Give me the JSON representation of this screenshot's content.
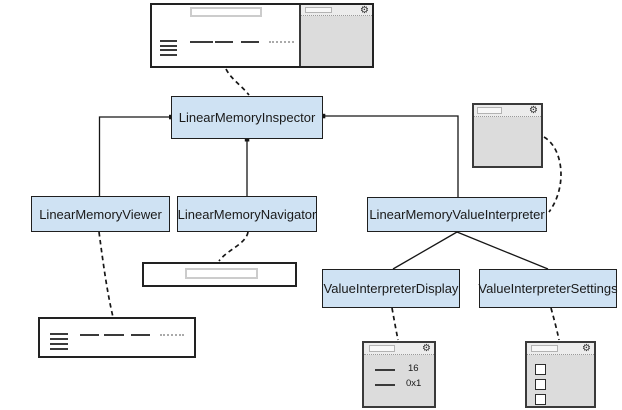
{
  "title": "LinearMemoryInspector component architecture diagram",
  "colors": {
    "node_fill": "#cfe2f3",
    "node_border": "#1f1f1f",
    "panel_fill": "#dcdcdc",
    "panel_header_fill": "#ececec",
    "panel_border": "#3a3a3a",
    "line_dark": "#3a3a3a",
    "line_muted": "#aaaaaa",
    "connector": "#161616"
  },
  "icons": {
    "gear": "⚙"
  },
  "nodes": {
    "inspector": {
      "label": "LinearMemoryInspector"
    },
    "viewer": {
      "label": "LinearMemoryViewer"
    },
    "navigator": {
      "label": "LinearMemoryNavigator"
    },
    "value_interpreter": {
      "label": "LinearMemoryValueInterpreter"
    },
    "display": {
      "label": "ValueInterpreterDisplay"
    },
    "settings": {
      "label": "ValueInterpreterSettings"
    }
  },
  "edges": [
    {
      "from": "LinearMemoryInspector",
      "to": "LinearMemoryViewer",
      "style": "solid"
    },
    {
      "from": "LinearMemoryInspector",
      "to": "LinearMemoryNavigator",
      "style": "solid"
    },
    {
      "from": "LinearMemoryInspector",
      "to": "LinearMemoryValueInterpreter",
      "style": "solid"
    },
    {
      "from": "LinearMemoryValueInterpreter",
      "to": "ValueInterpreterDisplay",
      "style": "solid"
    },
    {
      "from": "LinearMemoryValueInterpreter",
      "to": "ValueInterpreterSettings",
      "style": "solid"
    },
    {
      "from": "inspector-ui-mockup",
      "to": "LinearMemoryInspector",
      "style": "dashed"
    },
    {
      "from": "LinearMemoryViewer",
      "to": "viewer-ui-mockup",
      "style": "dashed"
    },
    {
      "from": "LinearMemoryNavigator",
      "to": "navigator-ui-mockup",
      "style": "dashed"
    },
    {
      "from": "interpreter-ui-mockup",
      "to": "LinearMemoryValueInterpreter",
      "style": "dashed"
    },
    {
      "from": "ValueInterpreterDisplay",
      "to": "display-ui-mockup",
      "style": "dashed"
    },
    {
      "from": "ValueInterpreterSettings",
      "to": "settings-ui-mockup",
      "style": "dashed"
    }
  ],
  "mockups": {
    "display_panel": {
      "rows": [
        {
          "value": "16"
        },
        {
          "value": "0x1"
        }
      ]
    },
    "settings_panel": {
      "checkbox_count": 3
    }
  }
}
